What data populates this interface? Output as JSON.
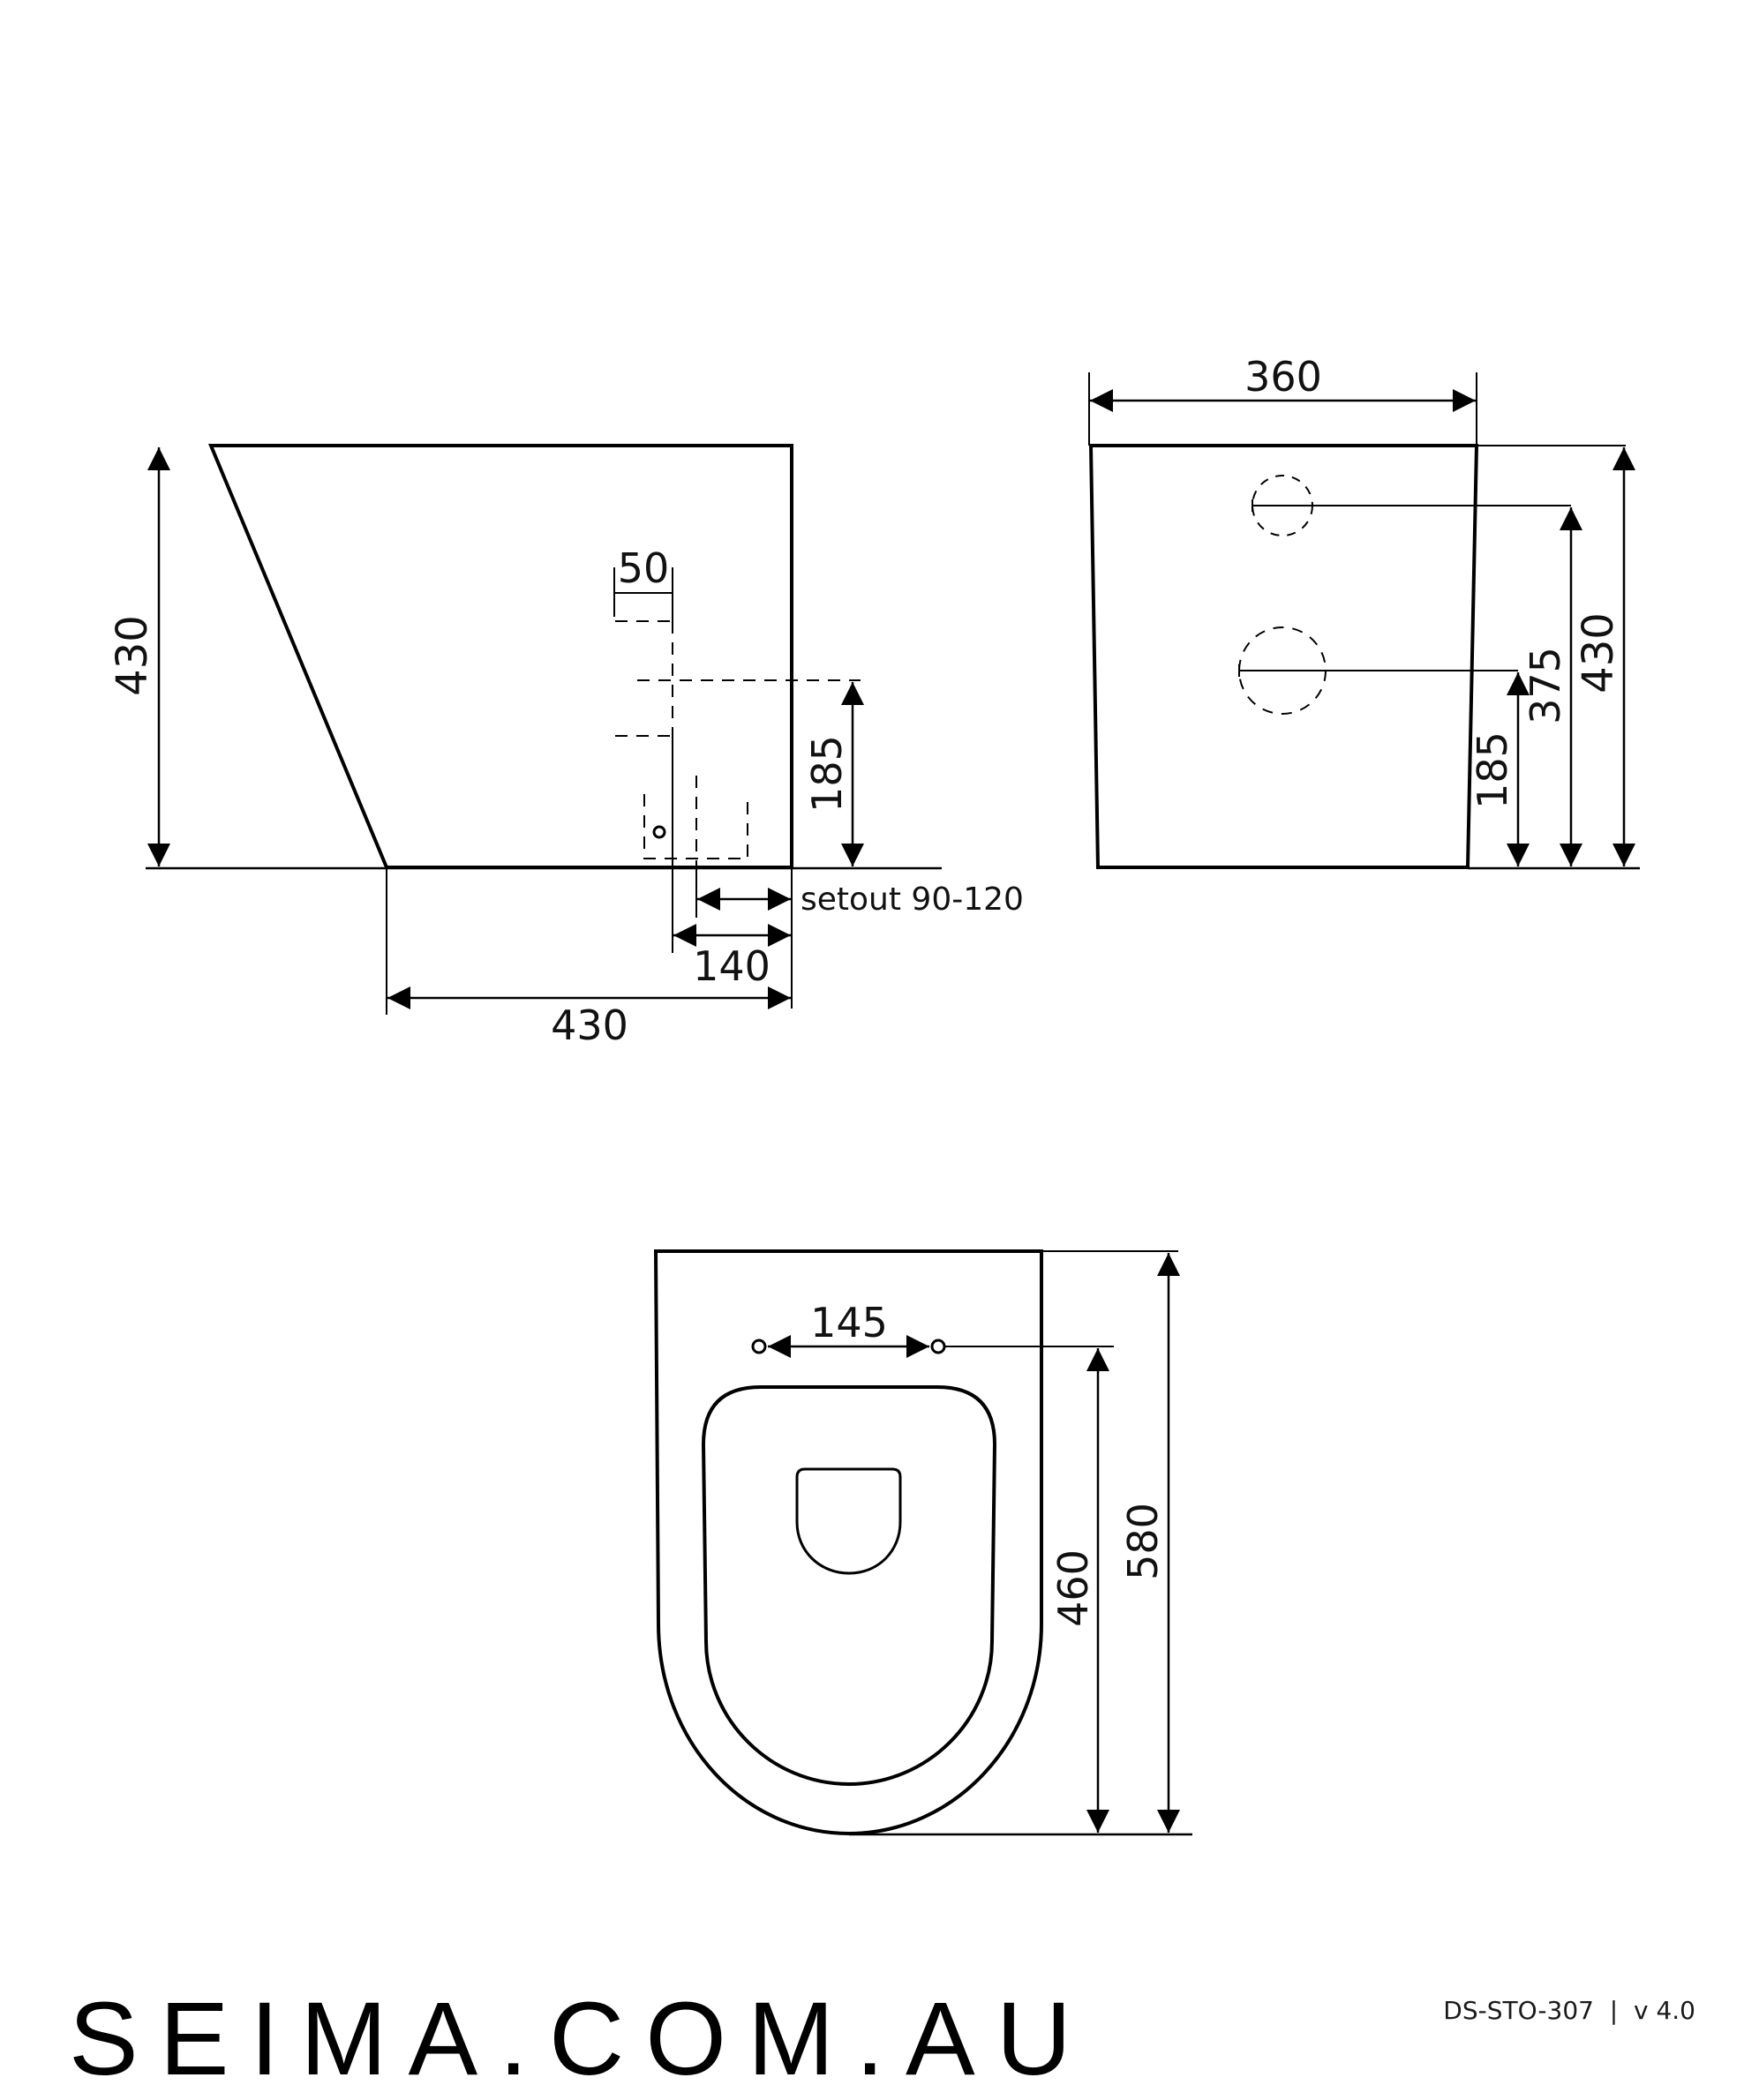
{
  "views": {
    "side": {
      "height_label": "430",
      "depth_label": "430",
      "waste_width_label": "50",
      "inlet_height_label": "185",
      "setout_label": "setout 90-120",
      "setout_offset_label": "140"
    },
    "front": {
      "width_label": "360",
      "overall_height_label": "430",
      "upper_inlet_height_label": "375",
      "lower_inlet_height_label": "185"
    },
    "plan": {
      "hinge_spacing_label": "145",
      "seat_to_front_label": "460",
      "overall_length_label": "580"
    }
  },
  "footer": {
    "brand": "SEIMA.COM.AU",
    "doc_ref": "DS-STO-307  |  v 4.0"
  },
  "colors": {
    "line": "#000000",
    "text": "#111111",
    "background": "#ffffff"
  }
}
